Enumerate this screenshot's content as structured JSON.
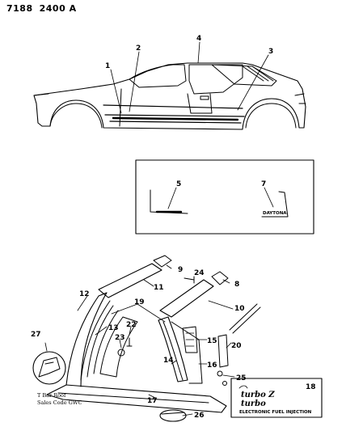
{
  "header": {
    "diagram_code": "7188",
    "diagram_number": "2400 A"
  },
  "callouts": [
    "1",
    "2",
    "3",
    "4",
    "5",
    "7",
    "8",
    "9",
    "10",
    "11",
    "12",
    "13",
    "14",
    "15",
    "16",
    "17",
    "18",
    "19",
    "20",
    "22",
    "23",
    "24",
    "25",
    "26",
    "27"
  ],
  "decal_text": {
    "daytona": "DAYTONA",
    "turbo_z": "turbo Z",
    "turbo": "turbo",
    "efi": "ELECTRONIC FUEL INJECTION"
  },
  "note": {
    "line1": "T Bar Roof",
    "line2": "Sales Code GWC"
  }
}
